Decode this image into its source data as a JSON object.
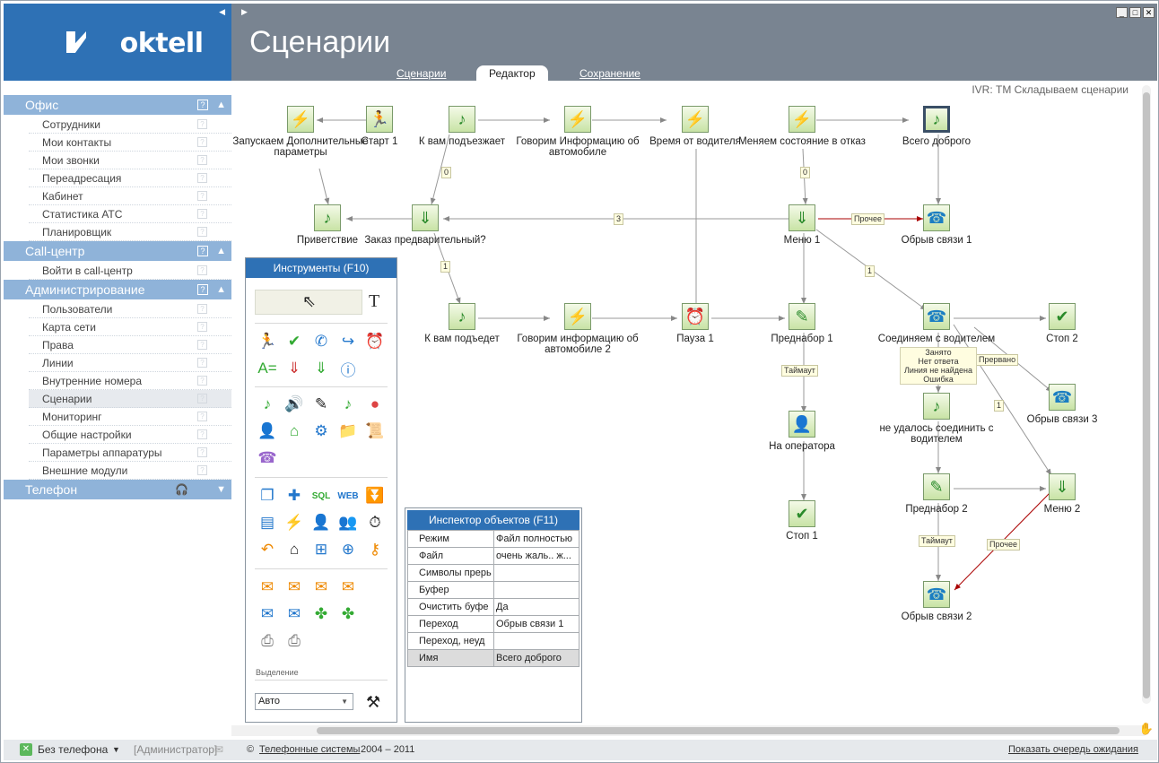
{
  "app": {
    "title": "Сценарии",
    "logo_text": "oktell"
  },
  "tabs": [
    {
      "label": "Сценарии"
    },
    {
      "label": "Редактор"
    },
    {
      "label": "Сохранение"
    }
  ],
  "sidebar": {
    "sections": [
      {
        "title": "Офис",
        "items": [
          "Сотрудники",
          "Мои контакты",
          "Мои звонки",
          "Переадресация",
          "Кабинет",
          "Статистика АТС",
          "Планировщик"
        ]
      },
      {
        "title": "Call-центр",
        "items": [
          "Войти в call-центр"
        ]
      },
      {
        "title": "Администрирование",
        "items": [
          "Пользователи",
          "Карта сети",
          "Права",
          "Линии",
          "Внутренние номера",
          "Сценарии",
          "Мониторинг",
          "Общие настройки",
          "Параметры аппаратуры",
          "Внешние модули"
        ]
      },
      {
        "title": "Телефон",
        "items": []
      }
    ],
    "selected_item": "Сценарии",
    "status": {
      "phone": "Без телефона",
      "user": "[Администратор]"
    }
  },
  "editor": {
    "scenario_name": "IVR: ТМ Складываем сценарии",
    "nodes": [
      {
        "label": "Запускаем Дополнительные параметры",
        "icon": "lightning-icon"
      },
      {
        "label": "Старт 1",
        "icon": "person-start-icon"
      },
      {
        "label": "К вам подъезжает",
        "icon": "music-note-icon"
      },
      {
        "label": "Говорим Информацию об автомобиле",
        "icon": "lightning-icon"
      },
      {
        "label": "Время от водителя",
        "icon": "lightning-icon"
      },
      {
        "label": "Меняем состояние в отказ",
        "icon": "lightning-icon"
      },
      {
        "label": "Всего доброго",
        "icon": "music-note-icon"
      },
      {
        "label": "Приветствие",
        "icon": "music-note-icon"
      },
      {
        "label": "Заказ предварительный?",
        "icon": "switch-icon"
      },
      {
        "label": "Меню 1",
        "icon": "switch-icon"
      },
      {
        "label": "Обрыв связи 1",
        "icon": "hangup-icon"
      },
      {
        "label": "К вам подъедет",
        "icon": "music-note-icon"
      },
      {
        "label": "Говорим информацию об автомобиле 2",
        "icon": "lightning-icon"
      },
      {
        "label": "Пауза 1",
        "icon": "clock-icon"
      },
      {
        "label": "Преднабор 1",
        "icon": "predial-icon"
      },
      {
        "label": "Соединяем с водителем",
        "icon": "connect-icon"
      },
      {
        "label": "Стоп 2",
        "icon": "check-icon"
      },
      {
        "label": "Обрыв связи 3",
        "icon": "hangup-icon"
      },
      {
        "label": "На оператора",
        "icon": "operator-icon"
      },
      {
        "label": "не удалось соединить с водителем",
        "icon": "music-note-icon"
      },
      {
        "label": "Стоп 1",
        "icon": "check-icon"
      },
      {
        "label": "Преднабор 2",
        "icon": "predial-icon"
      },
      {
        "label": "Меню 2",
        "icon": "switch-icon"
      },
      {
        "label": "Обрыв связи 2",
        "icon": "hangup-icon"
      }
    ],
    "edge_labels": [
      "0",
      "0",
      "Прочее",
      "3",
      "1",
      "1",
      "Таймаут",
      "Прервано",
      "1",
      "Таймаут",
      "Прочее"
    ],
    "tooltip_lines": [
      "Занято",
      "Нет ответа",
      "Линия не найдена",
      "Ошибка"
    ]
  },
  "tools": {
    "title": "Инструменты (F10)",
    "selection_label": "Выделение",
    "selection_value": "Авто"
  },
  "inspector": {
    "title": "Инспектор объектов (F11)",
    "rows": [
      {
        "key": "Режим",
        "value": "Файл полностью"
      },
      {
        "key": "Файл",
        "value": "очень жаль.. ж..."
      },
      {
        "key": "Символы прерь",
        "value": ""
      },
      {
        "key": "Буфер",
        "value": ""
      },
      {
        "key": "Очистить буфе",
        "value": "Да"
      },
      {
        "key": "Переход",
        "value": "Обрыв связи 1"
      },
      {
        "key": "Переход, неуд",
        "value": ""
      },
      {
        "key": "Имя",
        "value": "Всего доброго"
      }
    ]
  },
  "footer": {
    "copyright_sym": "©",
    "company": "Телефонные системы",
    "years": "2004 – 2011",
    "queue_link": "Показать очередь ожидания"
  },
  "colors": {
    "brand": "#2e71b5",
    "header": "#798491",
    "section": "#8fb3d9"
  }
}
